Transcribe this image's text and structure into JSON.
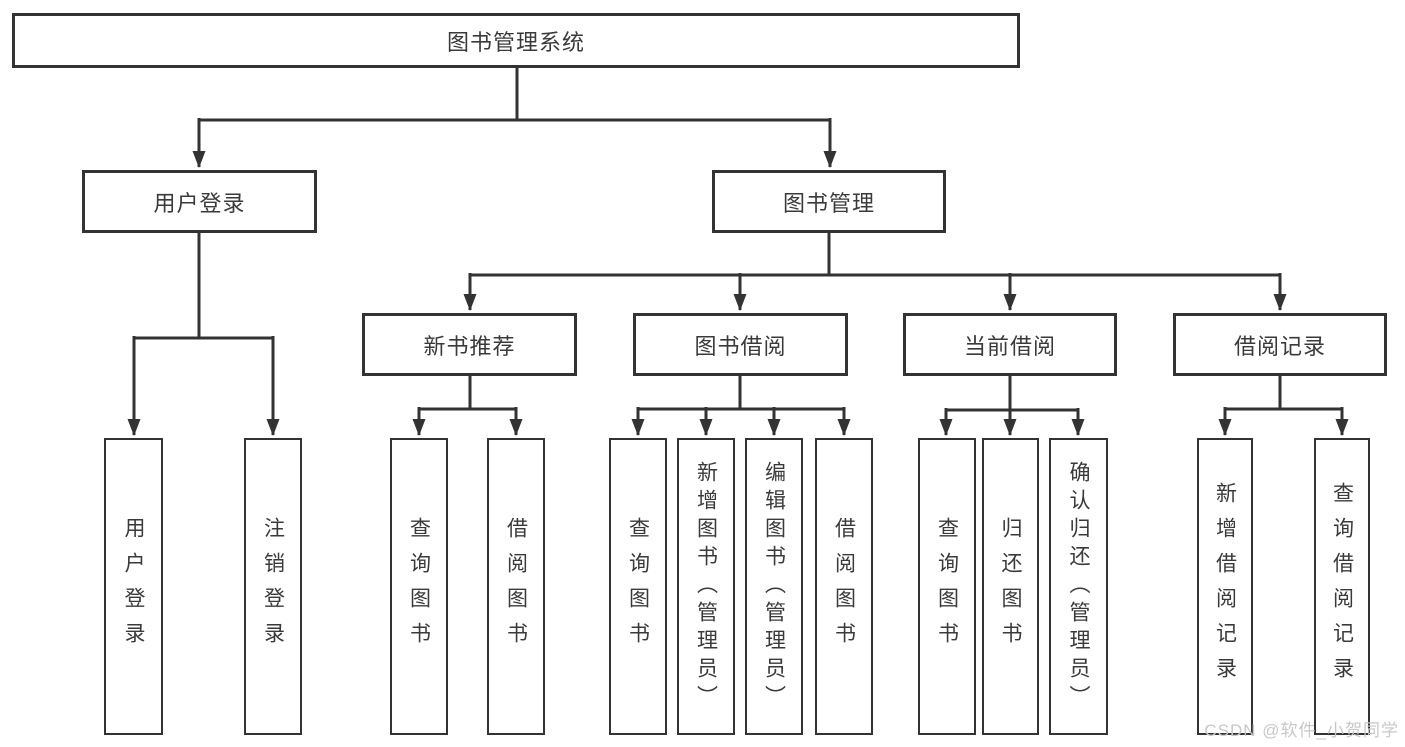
{
  "tree": {
    "root": {
      "label": "图书管理系统",
      "children": [
        {
          "label": "用户登录",
          "children": [
            {
              "label": "用户登录"
            },
            {
              "label": "注销登录"
            }
          ]
        },
        {
          "label": "图书管理",
          "children": [
            {
              "label": "新书推荐",
              "children": [
                {
                  "label": "查询图书"
                },
                {
                  "label": "借阅图书"
                }
              ]
            },
            {
              "label": "图书借阅",
              "children": [
                {
                  "label": "查询图书"
                },
                {
                  "label": "新增图书（管理员）"
                },
                {
                  "label": "编辑图书（管理员）"
                },
                {
                  "label": "借阅图书"
                }
              ]
            },
            {
              "label": "当前借阅",
              "children": [
                {
                  "label": "查询图书"
                },
                {
                  "label": "归还图书"
                },
                {
                  "label": "确认归还（管理员）"
                }
              ]
            },
            {
              "label": "借阅记录",
              "children": [
                {
                  "label": "新增借阅记录"
                },
                {
                  "label": "查询借阅记录"
                }
              ]
            }
          ]
        }
      ]
    }
  },
  "watermark": {
    "text": "CSDN @软件_小贺同学"
  },
  "colors": {
    "line": "#333333",
    "border": "#333333",
    "text": "#3a3a3a",
    "watermark": "#c8c8c8"
  }
}
